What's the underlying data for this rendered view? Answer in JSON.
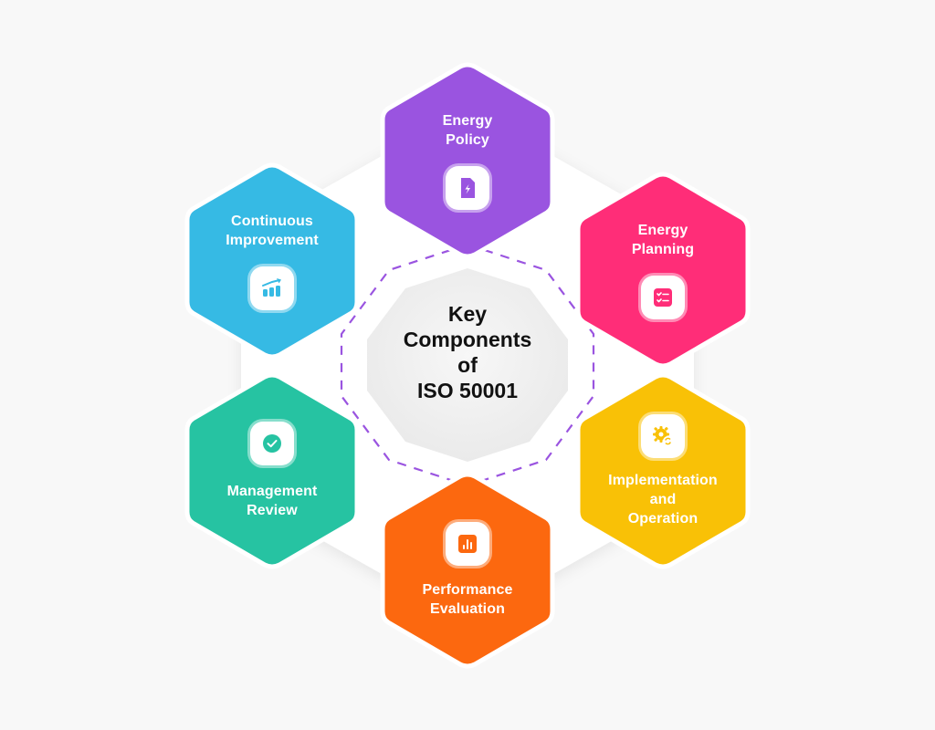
{
  "center": {
    "title": "Key\nComponents\nof\nISO 50001"
  },
  "components": [
    {
      "id": "energy-policy",
      "label": "Energy\nPolicy",
      "color": "#9a54e0",
      "icon": "document-lightning-icon"
    },
    {
      "id": "energy-planning",
      "label": "Energy\nPlanning",
      "color": "#ff2d78",
      "icon": "checklist-icon"
    },
    {
      "id": "implementation-operation",
      "label": "Implementation\nand\nOperation",
      "color": "#f9c106",
      "icon": "gear-refresh-icon"
    },
    {
      "id": "performance-evaluation",
      "label": "Performance\nEvaluation",
      "color": "#fc680f",
      "icon": "bar-chart-icon"
    },
    {
      "id": "management-review",
      "label": "Management\nReview",
      "color": "#26c3a2",
      "icon": "check-circle-icon"
    },
    {
      "id": "continuous-improvement",
      "label": "Continuous\nImprovement",
      "color": "#36bae4",
      "icon": "growth-chart-icon"
    }
  ],
  "colors": {
    "background": "#f8f8f8",
    "dashed_ring": "#9a54e0",
    "center_fill": "#eeeeee"
  }
}
